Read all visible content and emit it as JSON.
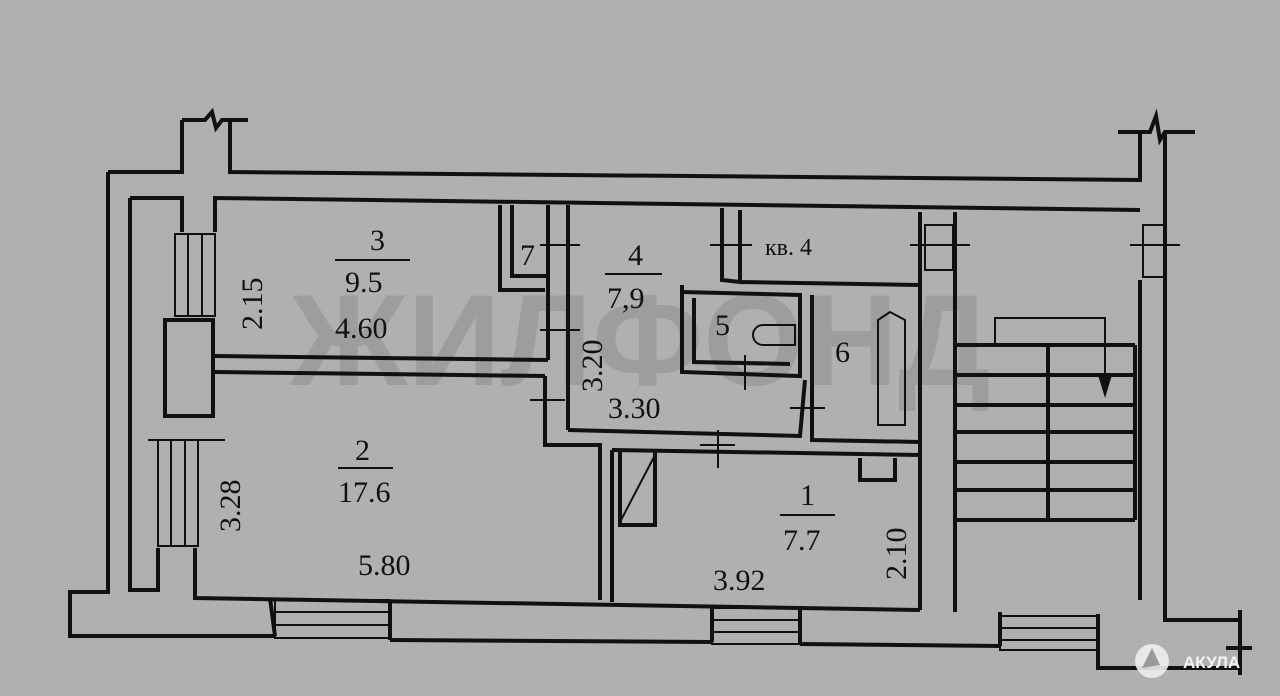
{
  "watermark": "ЖИЛФОНД",
  "apartment_label": "кв. 4",
  "rooms": [
    {
      "number": "1",
      "area": "7.7"
    },
    {
      "number": "2",
      "area": "17.6"
    },
    {
      "number": "3",
      "area": "9.5"
    },
    {
      "number": "4",
      "area": "7,9"
    },
    {
      "number": "5"
    },
    {
      "number": "6"
    },
    {
      "number": "7"
    }
  ],
  "dimensions": {
    "room3_height": "2.15",
    "room3_width": "4.60",
    "room4_height": "3.20",
    "room4_width": "3.30",
    "room2_height": "3.28",
    "room2_width": "5.80",
    "room1_width": "3.92",
    "room1_height": "2.10"
  },
  "logo": {
    "text": "АКУЛА"
  }
}
